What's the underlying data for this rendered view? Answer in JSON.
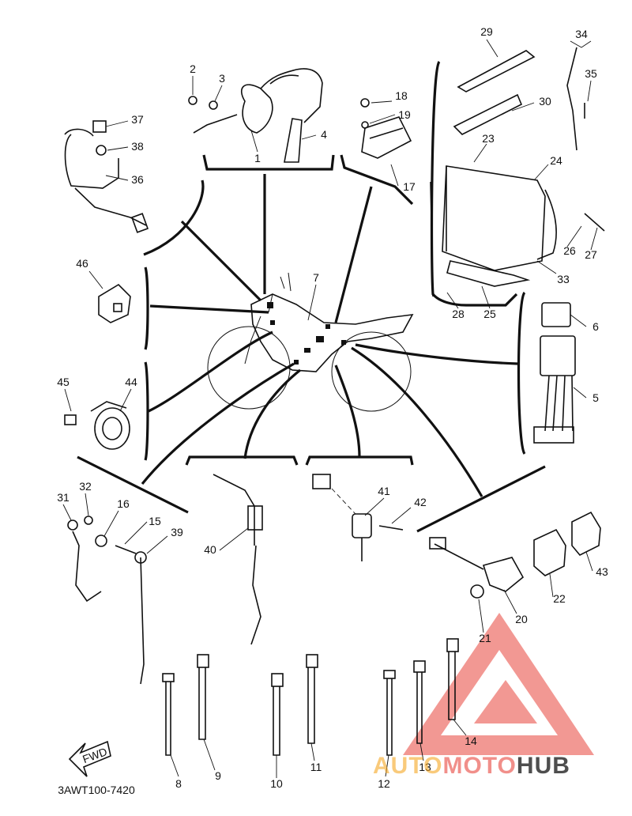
{
  "diagram": {
    "code": "3AWT100-7420",
    "fwd_label": "FWD",
    "labels": [
      "1",
      "2",
      "3",
      "4",
      "5",
      "6",
      "7",
      "8",
      "9",
      "10",
      "11",
      "12",
      "13",
      "14",
      "15",
      "16",
      "17",
      "18",
      "19",
      "20",
      "21",
      "22",
      "23",
      "24",
      "25",
      "26",
      "27",
      "28",
      "29",
      "30",
      "31",
      "32",
      "33",
      "34",
      "35",
      "36",
      "37",
      "38",
      "39",
      "40",
      "41",
      "42",
      "43",
      "44",
      "45",
      "46"
    ]
  },
  "watermark": {
    "part1": "AUTO",
    "part2": "MOTO",
    "part3": "HUB",
    "color_primary": "#f5a623",
    "color_accent": "#e8453c",
    "color_dark": "#222222"
  }
}
